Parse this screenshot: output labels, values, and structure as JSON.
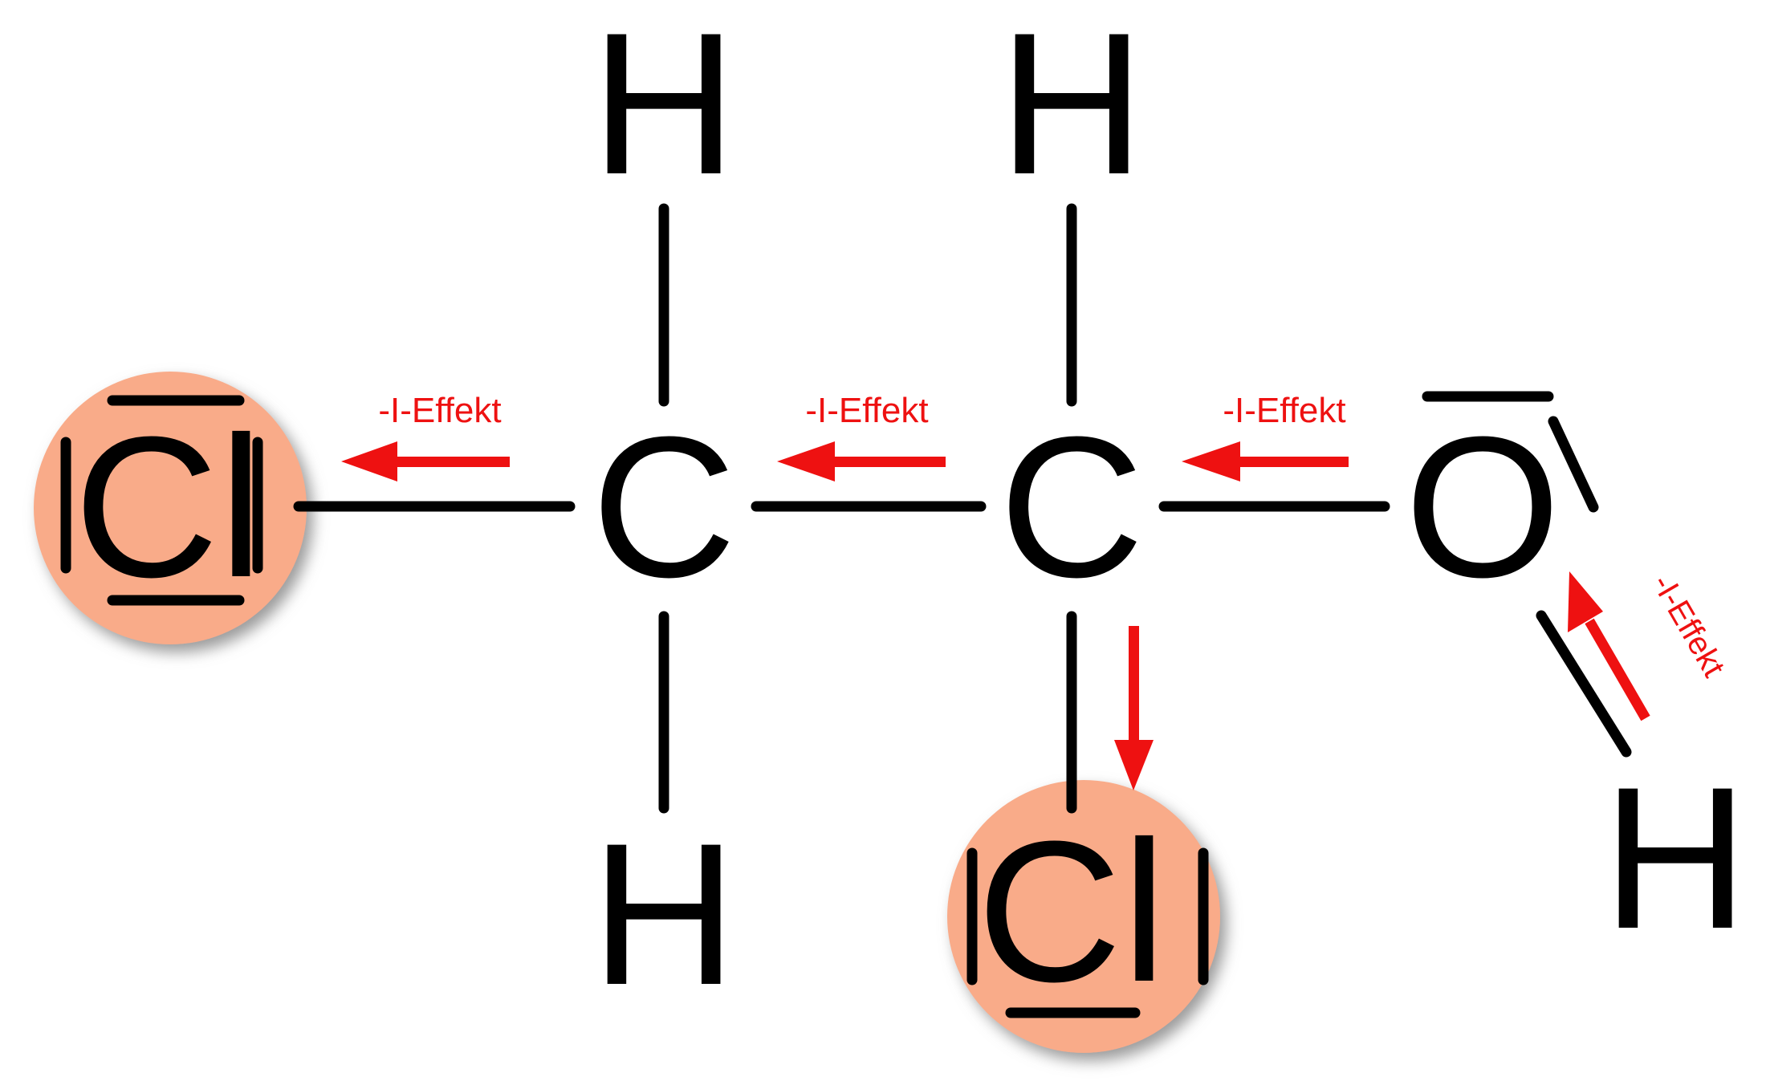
{
  "colors": {
    "bond": "#000000",
    "arrow": "#ee1111",
    "halo": "#f9ab89",
    "halo_shadow": "#9a9a9a"
  },
  "atoms": {
    "cl_left": "Cl",
    "cl_bottom": "Cl",
    "c_left": "C",
    "c_right": "C",
    "o": "O",
    "h_top_left": "H",
    "h_bottom_left": "H",
    "h_top_right": "H",
    "h_oh": "H"
  },
  "labels": {
    "effekt_1": "-I-Effekt",
    "effekt_2": "-I-Effekt",
    "effekt_3": "-I-Effekt",
    "effekt_4": "-I-Effekt"
  }
}
